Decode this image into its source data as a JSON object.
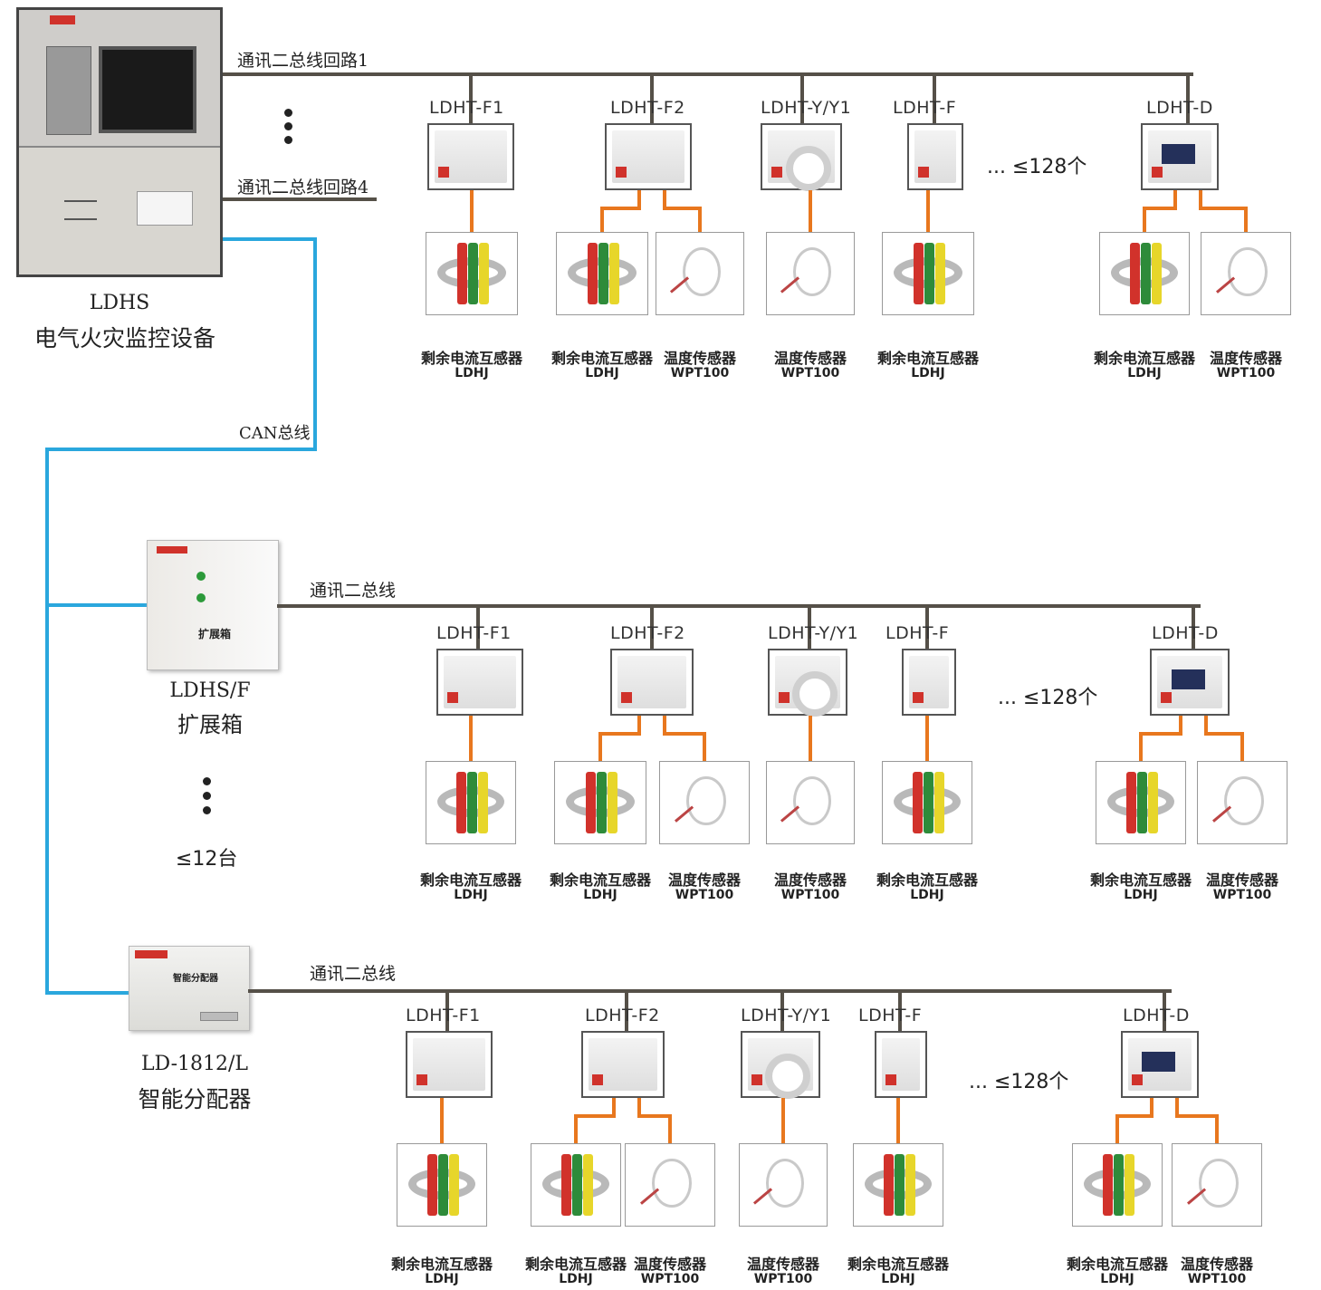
{
  "controller": {
    "name": "LDHS",
    "subtitle": "电气火灾监控设备"
  },
  "bus_labels": {
    "loop1": "通讯二总线回路1",
    "loop4": "通讯二总线回路4",
    "can": "CAN总线",
    "bus2": "通讯二总线",
    "bus3": "通讯二总线"
  },
  "expansion": {
    "name": "LDHS/F",
    "subtitle": "扩展箱",
    "panel_text": "扩展箱",
    "limit": "≤12台"
  },
  "distributor": {
    "name": "LD-1812/L",
    "subtitle": "智能分配器",
    "panel_text": "智能分配器"
  },
  "rows": [
    {
      "devices": [
        "LDHT-F1",
        "LDHT-F2",
        "LDHT-Y/Y1",
        "LDHT-F",
        "LDHT-D"
      ],
      "count": "... ≤128个",
      "sensors": [
        {
          "name": "剩余电流互感器",
          "model": "LDHJ"
        },
        {
          "name": "剩余电流互感器",
          "model": "LDHJ"
        },
        {
          "name": "温度传感器",
          "model": "WPT100"
        },
        {
          "name": "温度传感器",
          "model": "WPT100"
        },
        {
          "name": "剩余电流互感器",
          "model": "LDHJ"
        },
        {
          "name": "剩余电流互感器",
          "model": "LDHJ"
        },
        {
          "name": "温度传感器",
          "model": "WPT100"
        }
      ]
    },
    {
      "devices": [
        "LDHT-F1",
        "LDHT-F2",
        "LDHT-Y/Y1",
        "LDHT-F",
        "LDHT-D"
      ],
      "count": "... ≤128个",
      "sensors": [
        {
          "name": "剩余电流互感器",
          "model": "LDHJ"
        },
        {
          "name": "剩余电流互感器",
          "model": "LDHJ"
        },
        {
          "name": "温度传感器",
          "model": "WPT100"
        },
        {
          "name": "温度传感器",
          "model": "WPT100"
        },
        {
          "name": "剩余电流互感器",
          "model": "LDHJ"
        },
        {
          "name": "剩余电流互感器",
          "model": "LDHJ"
        },
        {
          "name": "温度传感器",
          "model": "WPT100"
        }
      ]
    },
    {
      "devices": [
        "LDHT-F1",
        "LDHT-F2",
        "LDHT-Y/Y1",
        "LDHT-F",
        "LDHT-D"
      ],
      "count": "... ≤128个",
      "sensors": [
        {
          "name": "剩余电流互感器",
          "model": "LDHJ"
        },
        {
          "name": "剩余电流互感器",
          "model": "LDHJ"
        },
        {
          "name": "温度传感器",
          "model": "WPT100"
        },
        {
          "name": "温度传感器",
          "model": "WPT100"
        },
        {
          "name": "剩余电流互感器",
          "model": "LDHJ"
        },
        {
          "name": "剩余电流互感器",
          "model": "LDHJ"
        },
        {
          "name": "温度传感器",
          "model": "WPT100"
        }
      ]
    }
  ],
  "colors": {
    "bus_line": "#555048",
    "can_line": "#2aa7dd",
    "sensor_link": "#e8771e"
  }
}
